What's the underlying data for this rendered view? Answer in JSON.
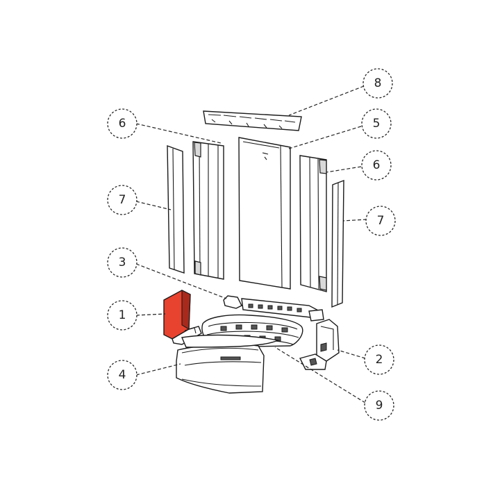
{
  "colors": {
    "line": "#1a1a1a",
    "highlight": "#e8432f",
    "highlight_dark": "#a82a1c",
    "background": "#ffffff"
  },
  "callouts": [
    {
      "id": "callout-8-top",
      "label": "8"
    },
    {
      "id": "callout-6-left",
      "label": "6"
    },
    {
      "id": "callout-5",
      "label": "5"
    },
    {
      "id": "callout-6-right",
      "label": "6"
    },
    {
      "id": "callout-7-left",
      "label": "7"
    },
    {
      "id": "callout-7-right",
      "label": "7"
    },
    {
      "id": "callout-3",
      "label": "3"
    },
    {
      "id": "callout-1",
      "label": "1"
    },
    {
      "id": "callout-2",
      "label": "2"
    },
    {
      "id": "callout-4",
      "label": "4"
    },
    {
      "id": "callout-9",
      "label": "9"
    }
  ]
}
